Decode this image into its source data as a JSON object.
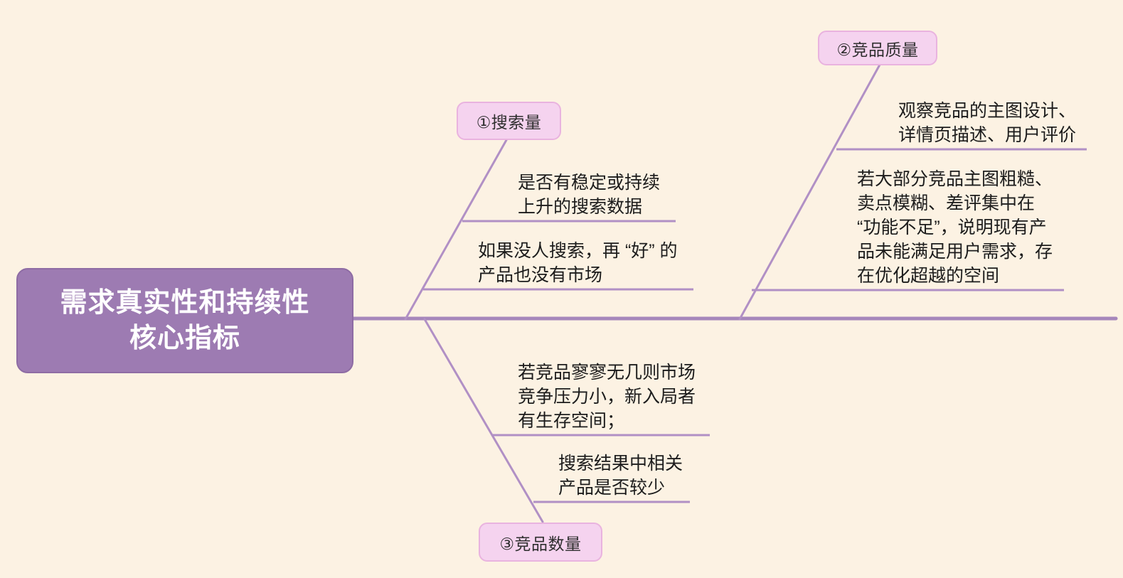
{
  "canvas": {
    "background": "#fcf2e3"
  },
  "colors": {
    "central_fill": "#9d7bb2",
    "central_border": "#8e6ca4",
    "central_text": "#ffffff",
    "topic_fill": "#f5d3ef",
    "topic_border": "#e9b3df",
    "topic_text": "#2e2e2e",
    "item_text": "#1c1c1c",
    "line": "#b190c5",
    "spine": "#a687bb",
    "bg": "#fcf2e3"
  },
  "central": {
    "lines": [
      "需求真实性和持续性",
      "核心指标"
    ]
  },
  "branches": [
    {
      "label": "①搜索量",
      "items": [
        {
          "lines": [
            "是否有稳定或持续",
            "上升的搜索数据"
          ]
        },
        {
          "lines": [
            "如果没人搜索，再 “好” 的",
            "产品也没有市场"
          ]
        }
      ]
    },
    {
      "label": "②竞品质量",
      "items": [
        {
          "lines": [
            "观察竞品的主图设计、",
            "详情页描述、用户评价"
          ]
        },
        {
          "lines": [
            "若大部分竞品主图粗糙、",
            "卖点模糊、差评集中在",
            "“功能不足”，说明现有产",
            "品未能满足用户需求，存",
            "在优化超越的空间"
          ]
        }
      ]
    },
    {
      "label": "③竞品数量",
      "items": [
        {
          "lines": [
            "若竞品寥寥无几则市场",
            "竞争压力小，新入局者",
            "有生存空间；"
          ]
        },
        {
          "lines": [
            "搜索结果中相关",
            "产品是否较少"
          ]
        }
      ]
    }
  ]
}
